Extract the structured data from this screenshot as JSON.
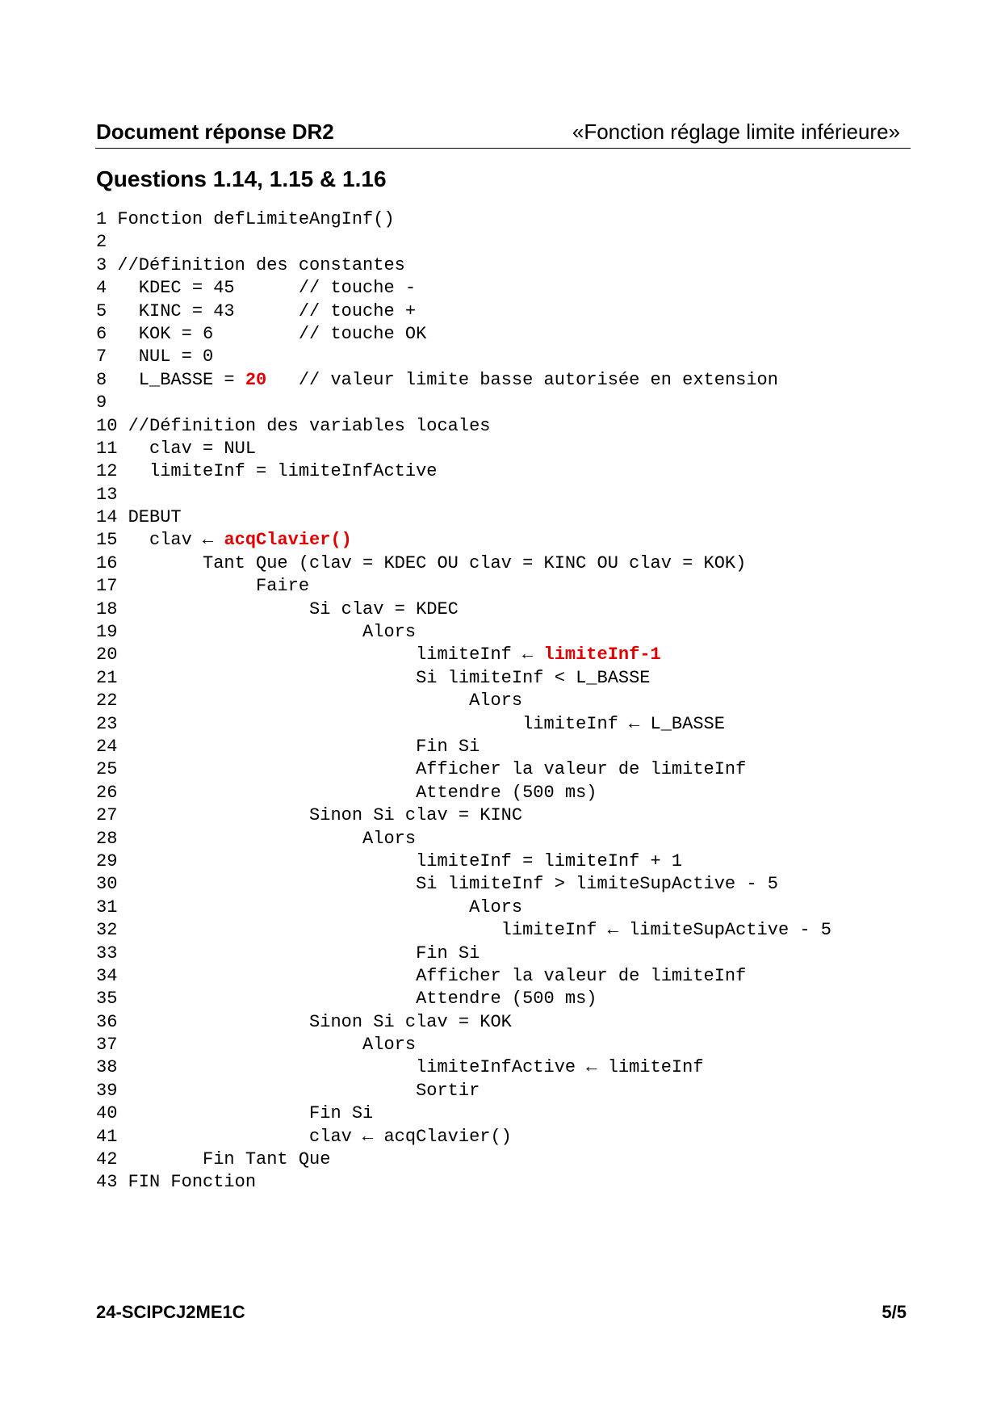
{
  "header": {
    "left": "Document réponse DR2",
    "right": "«Fonction réglage limite inférieure»"
  },
  "questions_title": "Questions 1.14, 1.15 & 1.16",
  "code_lines": [
    {
      "segments": [
        {
          "text": "1 Fonction defLimiteAngInf()"
        }
      ]
    },
    {
      "segments": [
        {
          "text": "2"
        }
      ]
    },
    {
      "segments": [
        {
          "text": "3 //Définition des constantes"
        }
      ]
    },
    {
      "segments": [
        {
          "text": "4   KDEC = 45      // touche -"
        }
      ]
    },
    {
      "segments": [
        {
          "text": "5   KINC = 43      // touche +"
        }
      ]
    },
    {
      "segments": [
        {
          "text": "6   KOK = 6        // touche OK"
        }
      ]
    },
    {
      "segments": [
        {
          "text": "7   NUL = 0"
        }
      ]
    },
    {
      "segments": [
        {
          "text": "8   L_BASSE = "
        },
        {
          "text": "20",
          "highlight": true
        },
        {
          "text": "   // valeur limite basse autorisée en extension"
        }
      ]
    },
    {
      "segments": [
        {
          "text": "9"
        }
      ]
    },
    {
      "segments": [
        {
          "text": "10 //Définition des variables locales"
        }
      ]
    },
    {
      "segments": [
        {
          "text": "11   clav = NUL"
        }
      ]
    },
    {
      "segments": [
        {
          "text": "12   limiteInf = limiteInfActive"
        }
      ]
    },
    {
      "segments": [
        {
          "text": "13"
        }
      ]
    },
    {
      "segments": [
        {
          "text": "14 DEBUT"
        }
      ]
    },
    {
      "segments": [
        {
          "text": "15   clav ← "
        },
        {
          "text": "acqClavier()",
          "highlight": true
        }
      ]
    },
    {
      "segments": [
        {
          "text": "16        Tant Que (clav = KDEC OU clav = KINC OU clav = KOK)"
        }
      ]
    },
    {
      "segments": [
        {
          "text": "17             Faire"
        }
      ]
    },
    {
      "segments": [
        {
          "text": "18                  Si clav = KDEC"
        }
      ]
    },
    {
      "segments": [
        {
          "text": "19                       Alors"
        }
      ]
    },
    {
      "segments": [
        {
          "text": "20                            limiteInf ← "
        },
        {
          "text": "limiteInf-1",
          "highlight": true
        }
      ]
    },
    {
      "segments": [
        {
          "text": "21                            Si limiteInf < L_BASSE"
        }
      ]
    },
    {
      "segments": [
        {
          "text": "22                                 Alors"
        }
      ]
    },
    {
      "segments": [
        {
          "text": "23                                      limiteInf ← L_BASSE"
        }
      ]
    },
    {
      "segments": [
        {
          "text": "24                            Fin Si"
        }
      ]
    },
    {
      "segments": [
        {
          "text": "25                            Afficher la valeur de limiteInf"
        }
      ]
    },
    {
      "segments": [
        {
          "text": "26                            Attendre (500 ms)"
        }
      ]
    },
    {
      "segments": [
        {
          "text": "27                  Sinon Si clav = KINC"
        }
      ]
    },
    {
      "segments": [
        {
          "text": "28                       Alors"
        }
      ]
    },
    {
      "segments": [
        {
          "text": "29                            limiteInf = limiteInf + 1"
        }
      ]
    },
    {
      "segments": [
        {
          "text": "30                            Si limiteInf > limiteSupActive - 5"
        }
      ]
    },
    {
      "segments": [
        {
          "text": "31                                 Alors"
        }
      ]
    },
    {
      "segments": [
        {
          "text": "32                                    limiteInf ← limiteSupActive - 5"
        }
      ]
    },
    {
      "segments": [
        {
          "text": "33                            Fin Si"
        }
      ]
    },
    {
      "segments": [
        {
          "text": "34                            Afficher la valeur de limiteInf"
        }
      ]
    },
    {
      "segments": [
        {
          "text": "35                            Attendre (500 ms)"
        }
      ]
    },
    {
      "segments": [
        {
          "text": "36                  Sinon Si clav = KOK"
        }
      ]
    },
    {
      "segments": [
        {
          "text": "37                       Alors"
        }
      ]
    },
    {
      "segments": [
        {
          "text": "38                            limiteInfActive ← limiteInf"
        }
      ]
    },
    {
      "segments": [
        {
          "text": "39                            Sortir"
        }
      ]
    },
    {
      "segments": [
        {
          "text": "40                  Fin Si"
        }
      ]
    },
    {
      "segments": [
        {
          "text": "41                  clav ← acqClavier()"
        }
      ]
    },
    {
      "segments": [
        {
          "text": "42        Fin Tant Que"
        }
      ]
    },
    {
      "segments": [
        {
          "text": "43 FIN Fonction"
        }
      ]
    }
  ],
  "highlight_color": "#e00000",
  "footer": {
    "left": "24-SCIPCJ2ME1C",
    "right": "5/5"
  }
}
